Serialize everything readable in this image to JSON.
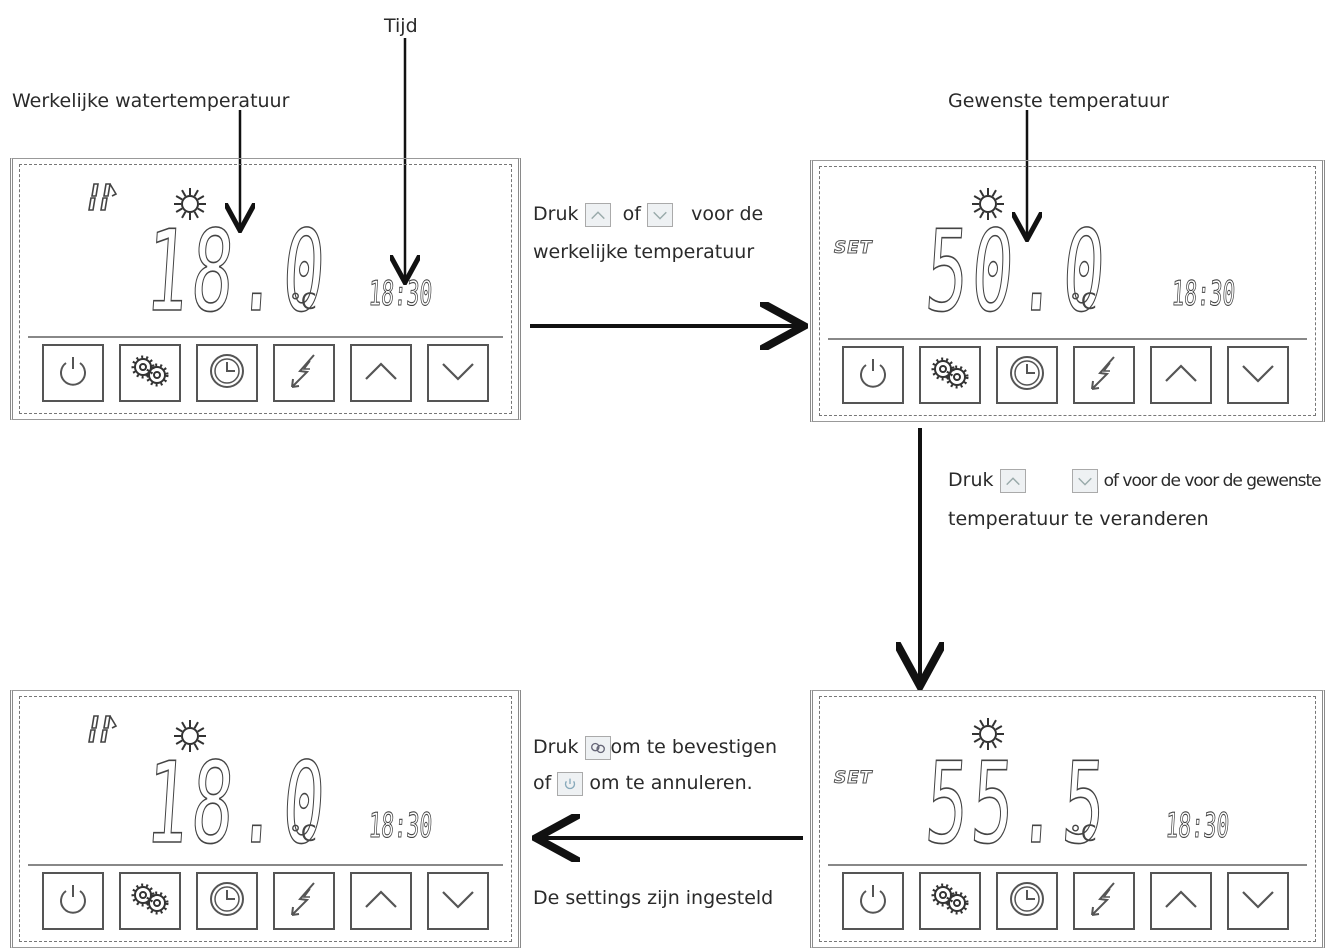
{
  "labels": {
    "time": "Tijd",
    "actual_water_temp": "Werkelijke watertemperatuur",
    "desired_temp": "Gewenste temperatuur"
  },
  "steps": {
    "step1_prefix": "Druk",
    "step1_mid": "of",
    "step1_suffix": "voor de",
    "step1_line2": "werkelijke temperatuur",
    "step2_prefix": "Druk",
    "step2_garbled": "of  voor  de voor de gewenste",
    "step2_line2": "temperatuur te veranderen",
    "step3_prefix": "Druk",
    "step3_suffix": "om te bevestigen",
    "step3_line2_prefix": "of",
    "step3_line2_suffix": "om te annuleren.",
    "step4": "De settings zijn ingesteld"
  },
  "panels": {
    "p1": {
      "temp": "18.0",
      "unit": "°C",
      "time": "18:30",
      "set": ""
    },
    "p2": {
      "temp": "50.0",
      "unit": "°C",
      "time": "18:30",
      "set": "SET"
    },
    "p3": {
      "temp": "55.5",
      "unit": "°C",
      "time": "18:30",
      "set": "SET"
    },
    "p4": {
      "temp": "18.0",
      "unit": "°C",
      "time": "18:30",
      "set": ""
    }
  },
  "icons": [
    "power-icon",
    "gears-icon",
    "clock-icon",
    "lightning-icon",
    "up-arrow-icon",
    "down-arrow-icon",
    "sun-icon",
    "fan-icon"
  ]
}
